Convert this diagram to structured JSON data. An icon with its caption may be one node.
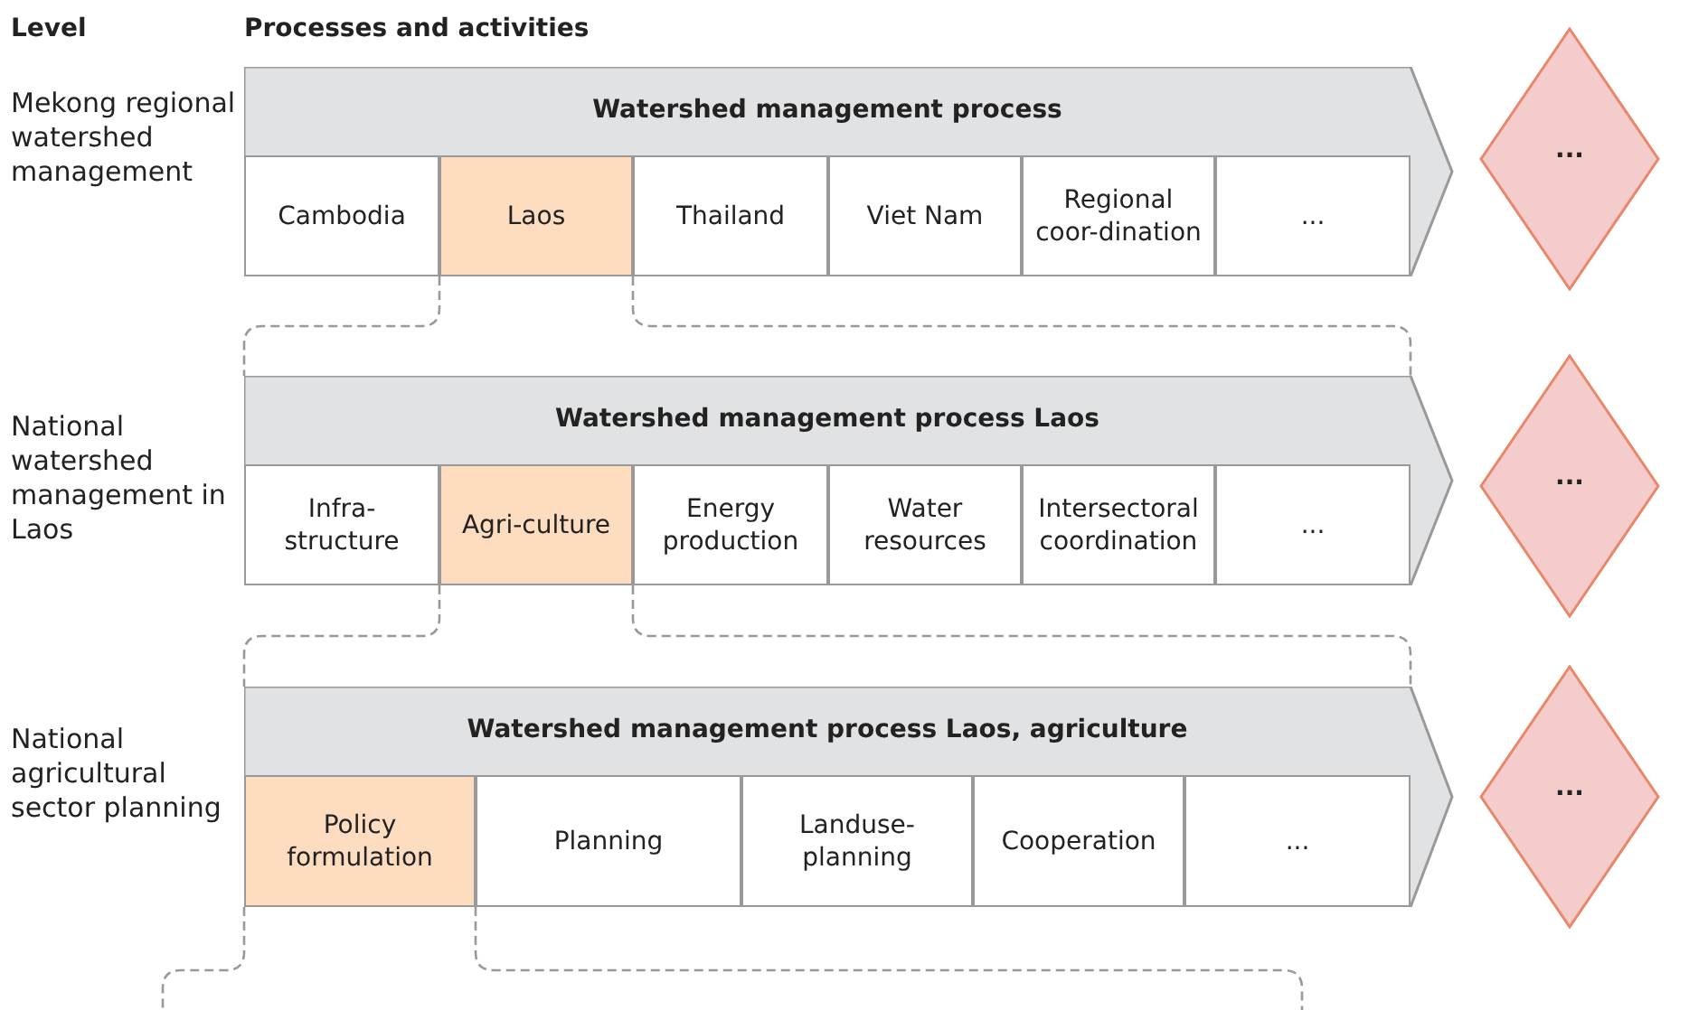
{
  "diagram": {
    "nodes": [
      {
        "text": [
          "Watershed management process"
        ]
      },
      {
        "text": [
          "Cambodia"
        ],
        "in": 0
      },
      {
        "text": [
          "Laos"
        ],
        "in": 0
      },
      {
        "text": [
          "Thailand"
        ],
        "in": 0
      },
      {
        "text": [
          "Viet Nam"
        ],
        "in": 0
      },
      {
        "text": [
          "Regional coor-dination"
        ],
        "in": 0
      },
      {
        "text": [
          "..."
        ],
        "in": 0
      },
      {
        "text": [
          "..."
        ]
      },
      {
        "text": [
          "Watershed management process Laos"
        ]
      },
      {
        "text": [
          "Infra-structure"
        ],
        "in": 8
      },
      {
        "text": [
          "Agri-culture"
        ],
        "in": 8
      },
      {
        "text": [
          "Energy production"
        ],
        "in": 8
      },
      {
        "text": [
          "Water resources"
        ],
        "in": 8
      },
      {
        "text": [
          "Intersectoral coordination"
        ],
        "in": 8
      },
      {
        "text": [
          "..."
        ],
        "in": 8
      },
      {
        "text": [
          "..."
        ]
      },
      {
        "text": [
          "Watershed management process Laos, agriculture"
        ]
      },
      {
        "text": [
          "Policy formulation"
        ],
        "in": 16
      },
      {
        "text": [
          "Planning"
        ],
        "in": 16
      },
      {
        "text": [
          "Landuse-planning"
        ],
        "in": 16
      },
      {
        "text": [
          "Cooperation"
        ],
        "in": 16
      },
      {
        "text": [
          "..."
        ],
        "in": 16
      },
      {
        "text": [
          "..."
        ]
      }
    ],
    "edges": [
      {
        "from": 2,
        "to": 8,
        "arrow": "none",
        "style": "dashed"
      },
      {
        "from": 10,
        "to": 16,
        "arrow": "none",
        "style": "dashed"
      },
      {
        "from": 17,
        "to": null,
        "arrow": "none",
        "style": "dashed"
      }
    ],
    "labels": [
      "Level",
      "Processes and activities",
      "Mekong regional watershed management",
      "National watershed management in Laos",
      "National agricultural sector planning"
    ]
  }
}
